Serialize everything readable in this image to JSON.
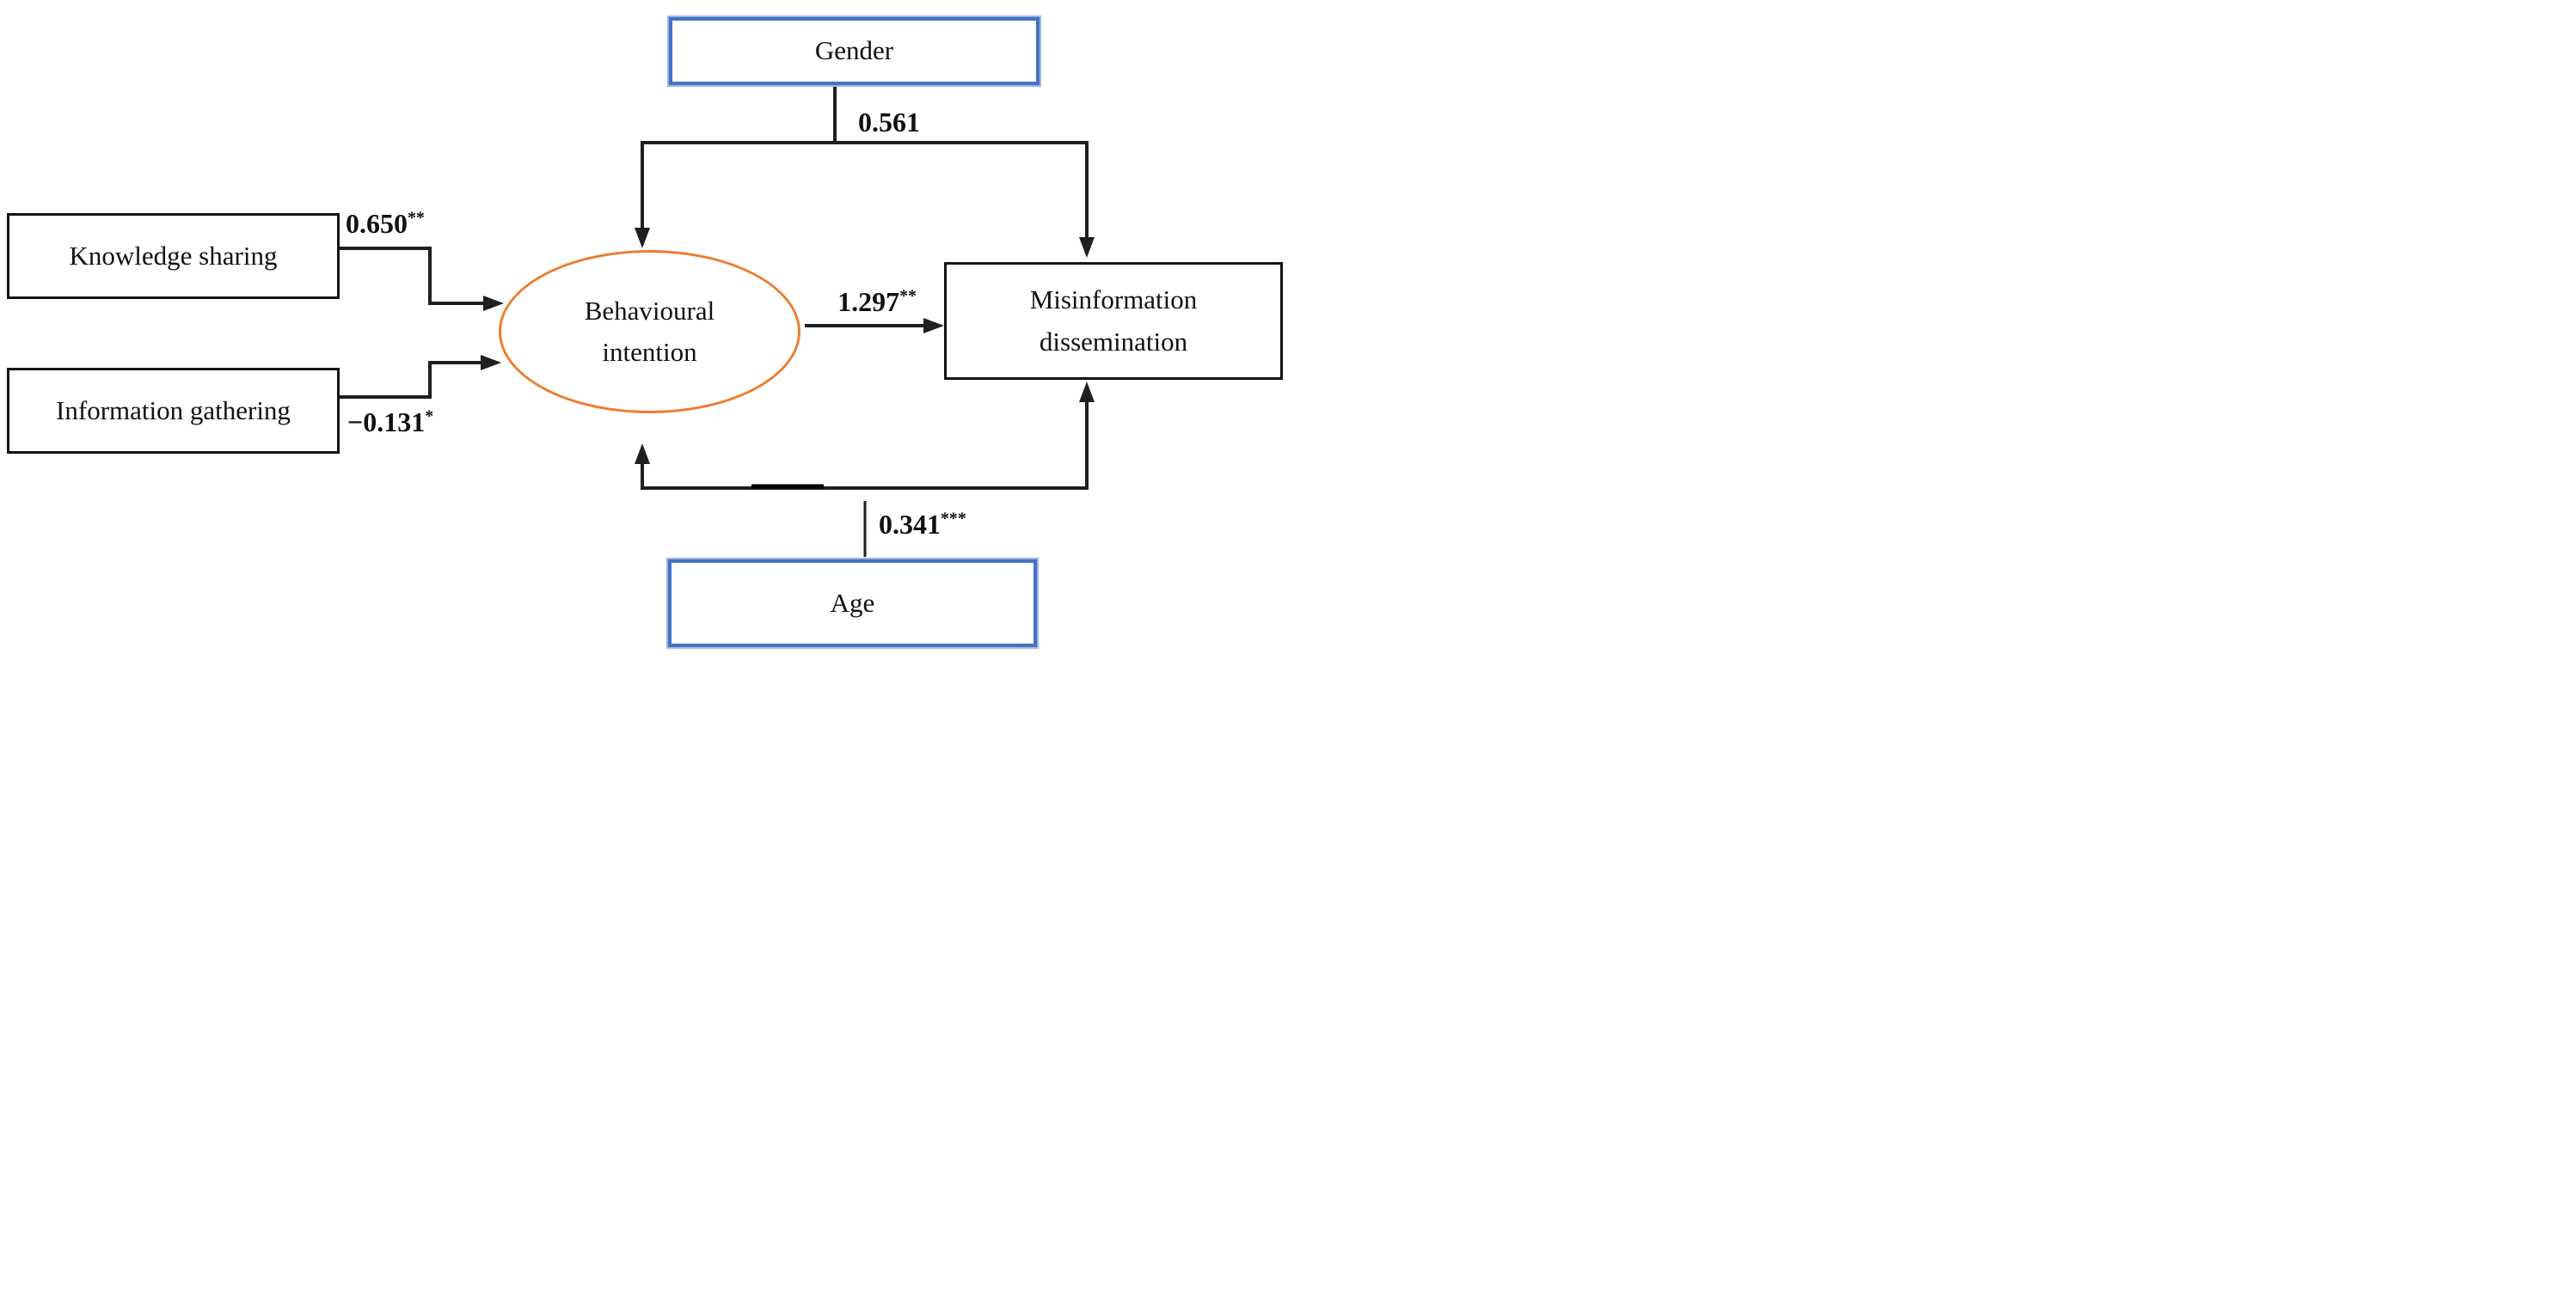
{
  "diagram": {
    "nodes": {
      "gender": {
        "label": "Gender"
      },
      "knowledge_sharing": {
        "label": "Knowledge sharing"
      },
      "information_gathering": {
        "label": "Information gathering"
      },
      "behavioural_intention": {
        "label_line1": "Behavioural",
        "label_line2": "intention"
      },
      "misinformation_dissemination": {
        "label_line1": "Misinformation",
        "label_line2": "dissemination"
      },
      "age": {
        "label": "Age"
      }
    },
    "coefficients": {
      "gender_to_outcomes": {
        "value": "0.561",
        "stars": ""
      },
      "knowledge_sharing_to_intention": {
        "value": "0.650",
        "stars": "**"
      },
      "information_gathering_to_intention": {
        "value": "−0.131",
        "stars": "*"
      },
      "intention_to_dissemination": {
        "value": "1.297",
        "stars": "**"
      },
      "age_to_outcomes": {
        "value": "0.341",
        "stars": "***"
      }
    },
    "colors": {
      "covariate_border": "#4472C4",
      "covariate_glow": "#9DB6E0",
      "latent_border": "#ED7D31",
      "line": "#1f1f1f",
      "text": "#111111"
    }
  }
}
